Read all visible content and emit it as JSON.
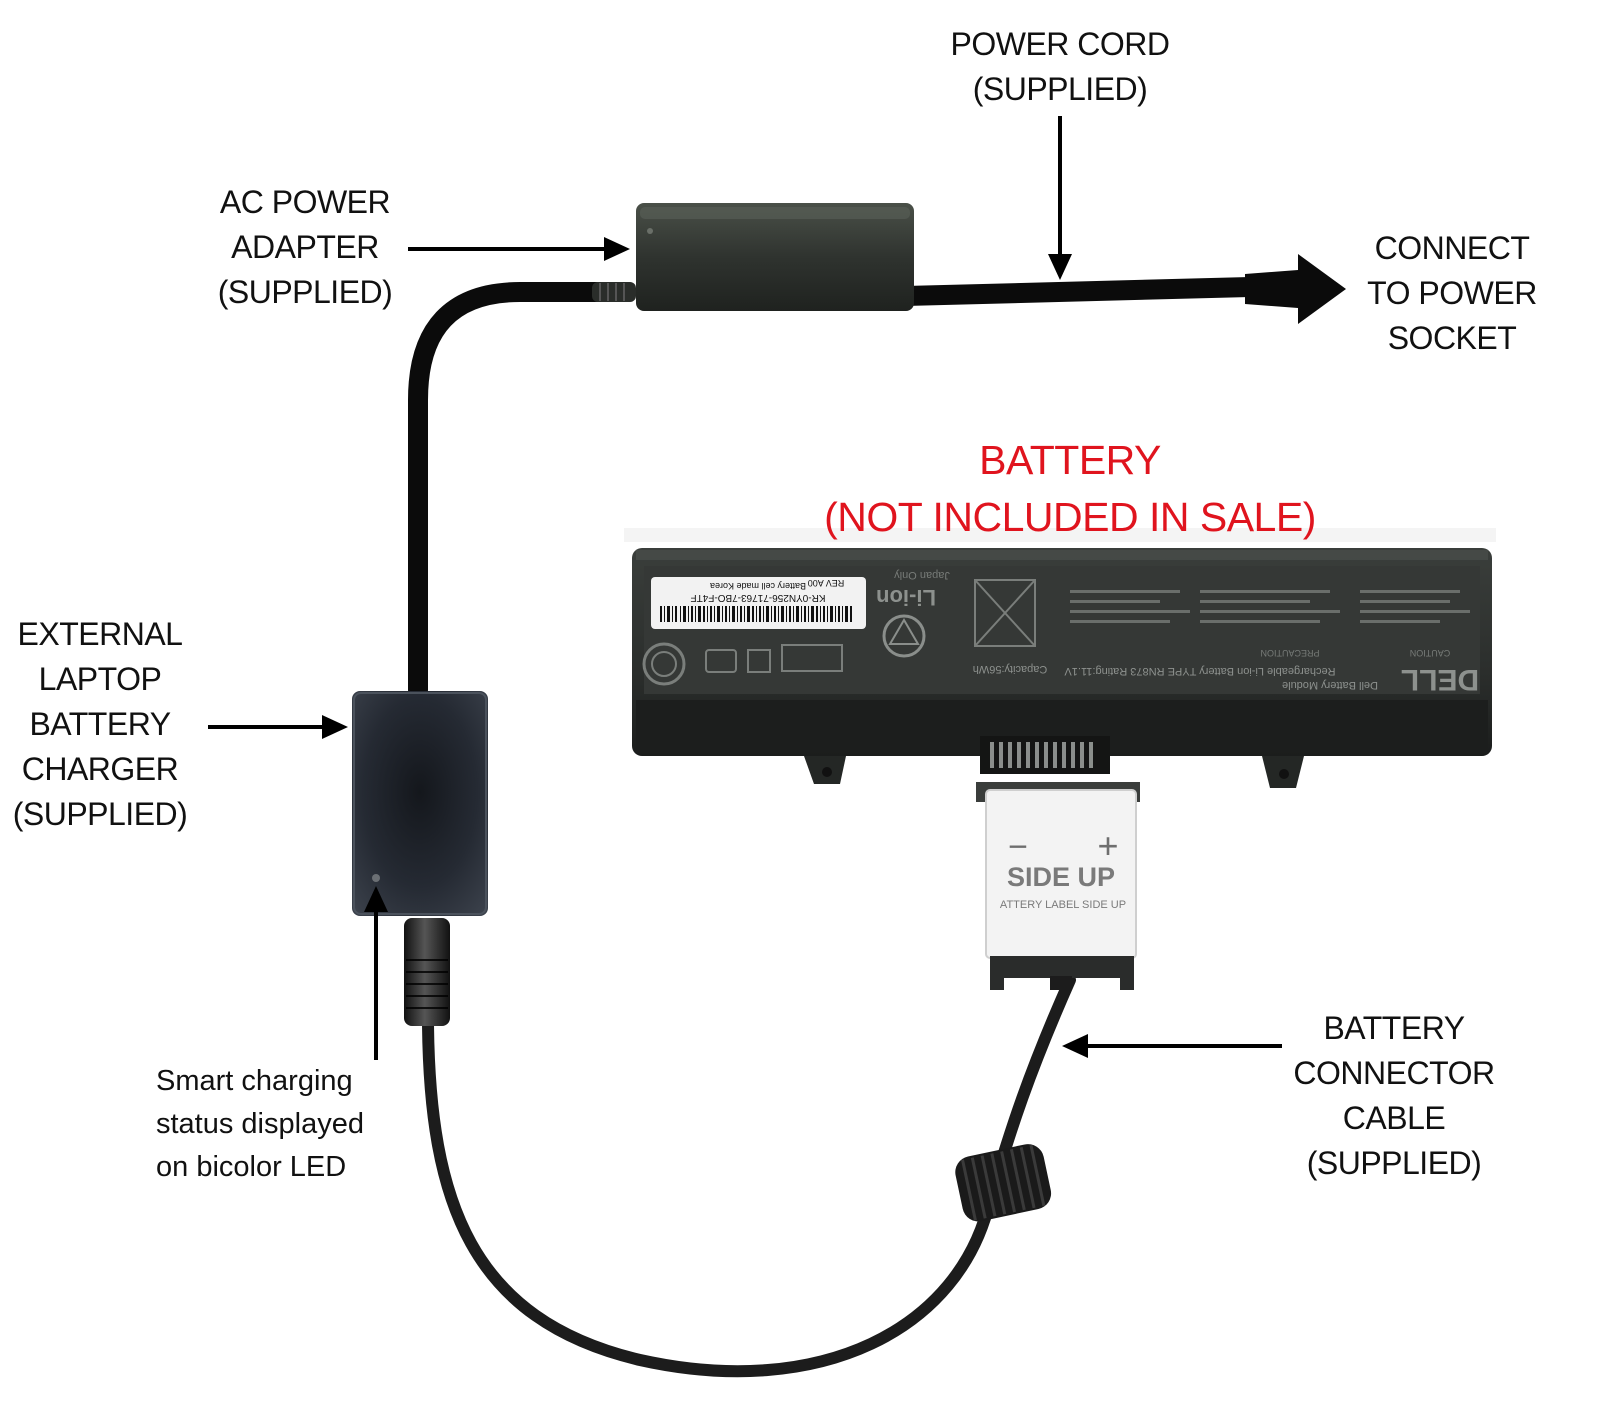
{
  "colors": {
    "accent_red": "#e0141e",
    "cable": "#0b0b0b",
    "device_body": "#262a31",
    "battery_body": "#2b2e2c",
    "connector_label_bg": "#f3f3f3"
  },
  "labels": {
    "power_cord": [
      "POWER CORD",
      "(SUPPLIED)"
    ],
    "ac_adapter": [
      "AC POWER",
      "ADAPTER",
      "(SUPPLIED)"
    ],
    "socket": [
      "CONNECT",
      "TO POWER",
      "SOCKET"
    ],
    "battery": [
      "BATTERY",
      "(NOT INCLUDED IN SALE)"
    ],
    "charger": [
      "EXTERNAL",
      "LAPTOP",
      "BATTERY",
      "CHARGER",
      "(SUPPLIED)"
    ],
    "led_note": [
      "Smart charging",
      "status displayed",
      "on bicolor LED"
    ],
    "connector_cable": [
      "BATTERY",
      "CONNECTOR",
      "CABLE",
      "(SUPPLIED)"
    ]
  },
  "connector_label": {
    "minus": "−",
    "plus": "+",
    "title": "SIDE UP",
    "subtitle": "ATTERY LABEL SIDE UP"
  },
  "battery_label": {
    "brand": "DELL",
    "chem": "Li-ion",
    "module": "Dell Battery Module",
    "type": "Rechargeable Li-ion Battery   TYPE RN873   Rating:11.1V",
    "capacity": "Capacity:56Wh",
    "japan": "Japan Only",
    "caution": "CAUTION",
    "precaution": "PRECAUTION",
    "barcode_text": "KR-0YN256-71763-7BO-F4TF",
    "cell_origin": "Battery cell made Korea",
    "rev": "REV A00"
  },
  "icons": [
    "power-adapter-icon",
    "charger-unit-icon",
    "battery-icon",
    "connector-plug-icon",
    "ferrite-bead-icon",
    "led-icon",
    "arrow-icon"
  ]
}
